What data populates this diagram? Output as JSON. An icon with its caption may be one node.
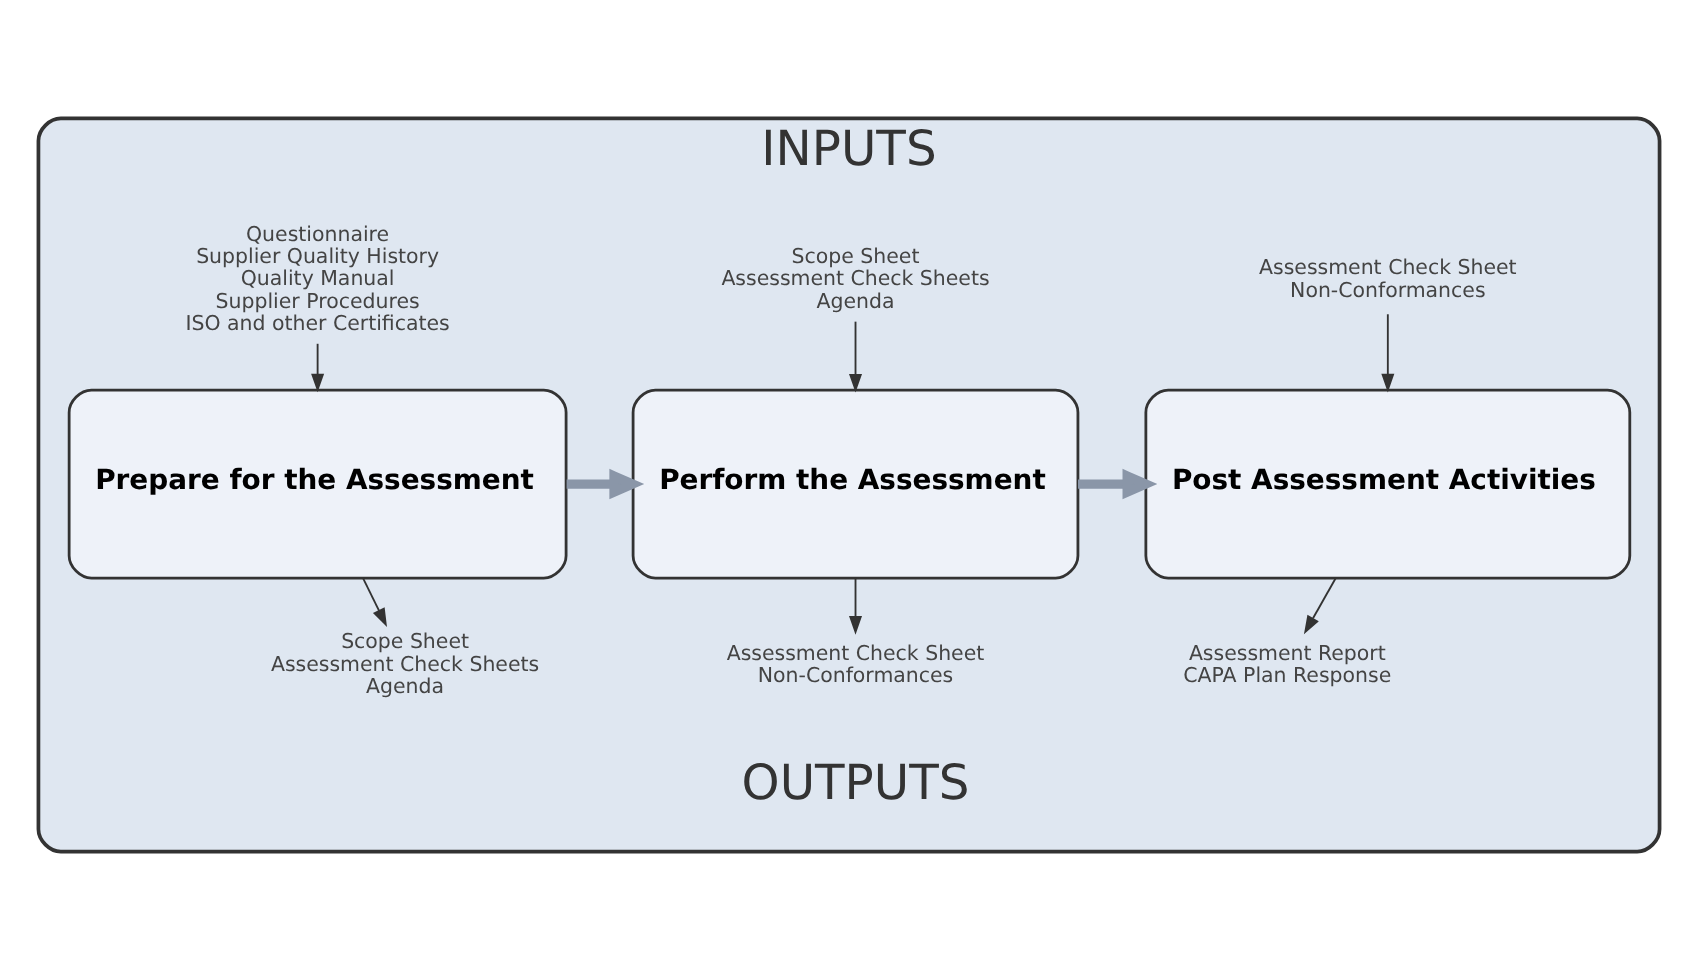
{
  "diagram": {
    "nodes": [
      {
        "text": [
          "INPUTS",
          "OUTPUTS"
        ]
      },
      {
        "text": [
          "Questionnaire",
          "Supplier Quality History",
          "Quality Manual",
          "Supplier Procedures",
          "ISO and other Certificates"
        ],
        "in": 0
      },
      {
        "text": [
          "Scope Sheet",
          "Assessment Check Sheets",
          "Agenda"
        ],
        "in": 0
      },
      {
        "text": [
          "Assessment Check Sheet",
          "Non-Conformances"
        ],
        "in": 0
      },
      {
        "text": [
          "Prepare for the Assessment"
        ],
        "in": 0
      },
      {
        "text": [
          "Perform the Assessment"
        ],
        "in": 0
      },
      {
        "text": [
          "Post Assessment Activities"
        ],
        "in": 0
      },
      {
        "text": [
          "Scope Sheet",
          "Assessment Check Sheets",
          "Agenda"
        ],
        "in": 0
      },
      {
        "text": [
          "Assessment Check Sheet",
          "Non-Conformances"
        ],
        "in": 0
      },
      {
        "text": [
          "Assessment Report",
          "CAPA Plan Response"
        ],
        "in": 0
      }
    ],
    "edges": [
      {
        "from": 1,
        "to": 4,
        "arrow": "to"
      },
      {
        "from": 2,
        "to": 5,
        "arrow": "to"
      },
      {
        "from": 3,
        "to": 6,
        "arrow": "to"
      },
      {
        "from": 4,
        "to": 5,
        "arrow": "to",
        "style": "thick",
        "color": "#8a96a8"
      },
      {
        "from": 5,
        "to": 6,
        "arrow": "to",
        "style": "thick",
        "color": "#8a96a8"
      },
      {
        "from": 4,
        "to": 7,
        "arrow": "to"
      },
      {
        "from": 5,
        "to": 8,
        "arrow": "to"
      },
      {
        "from": 6,
        "to": 9,
        "arrow": "to"
      }
    ]
  }
}
